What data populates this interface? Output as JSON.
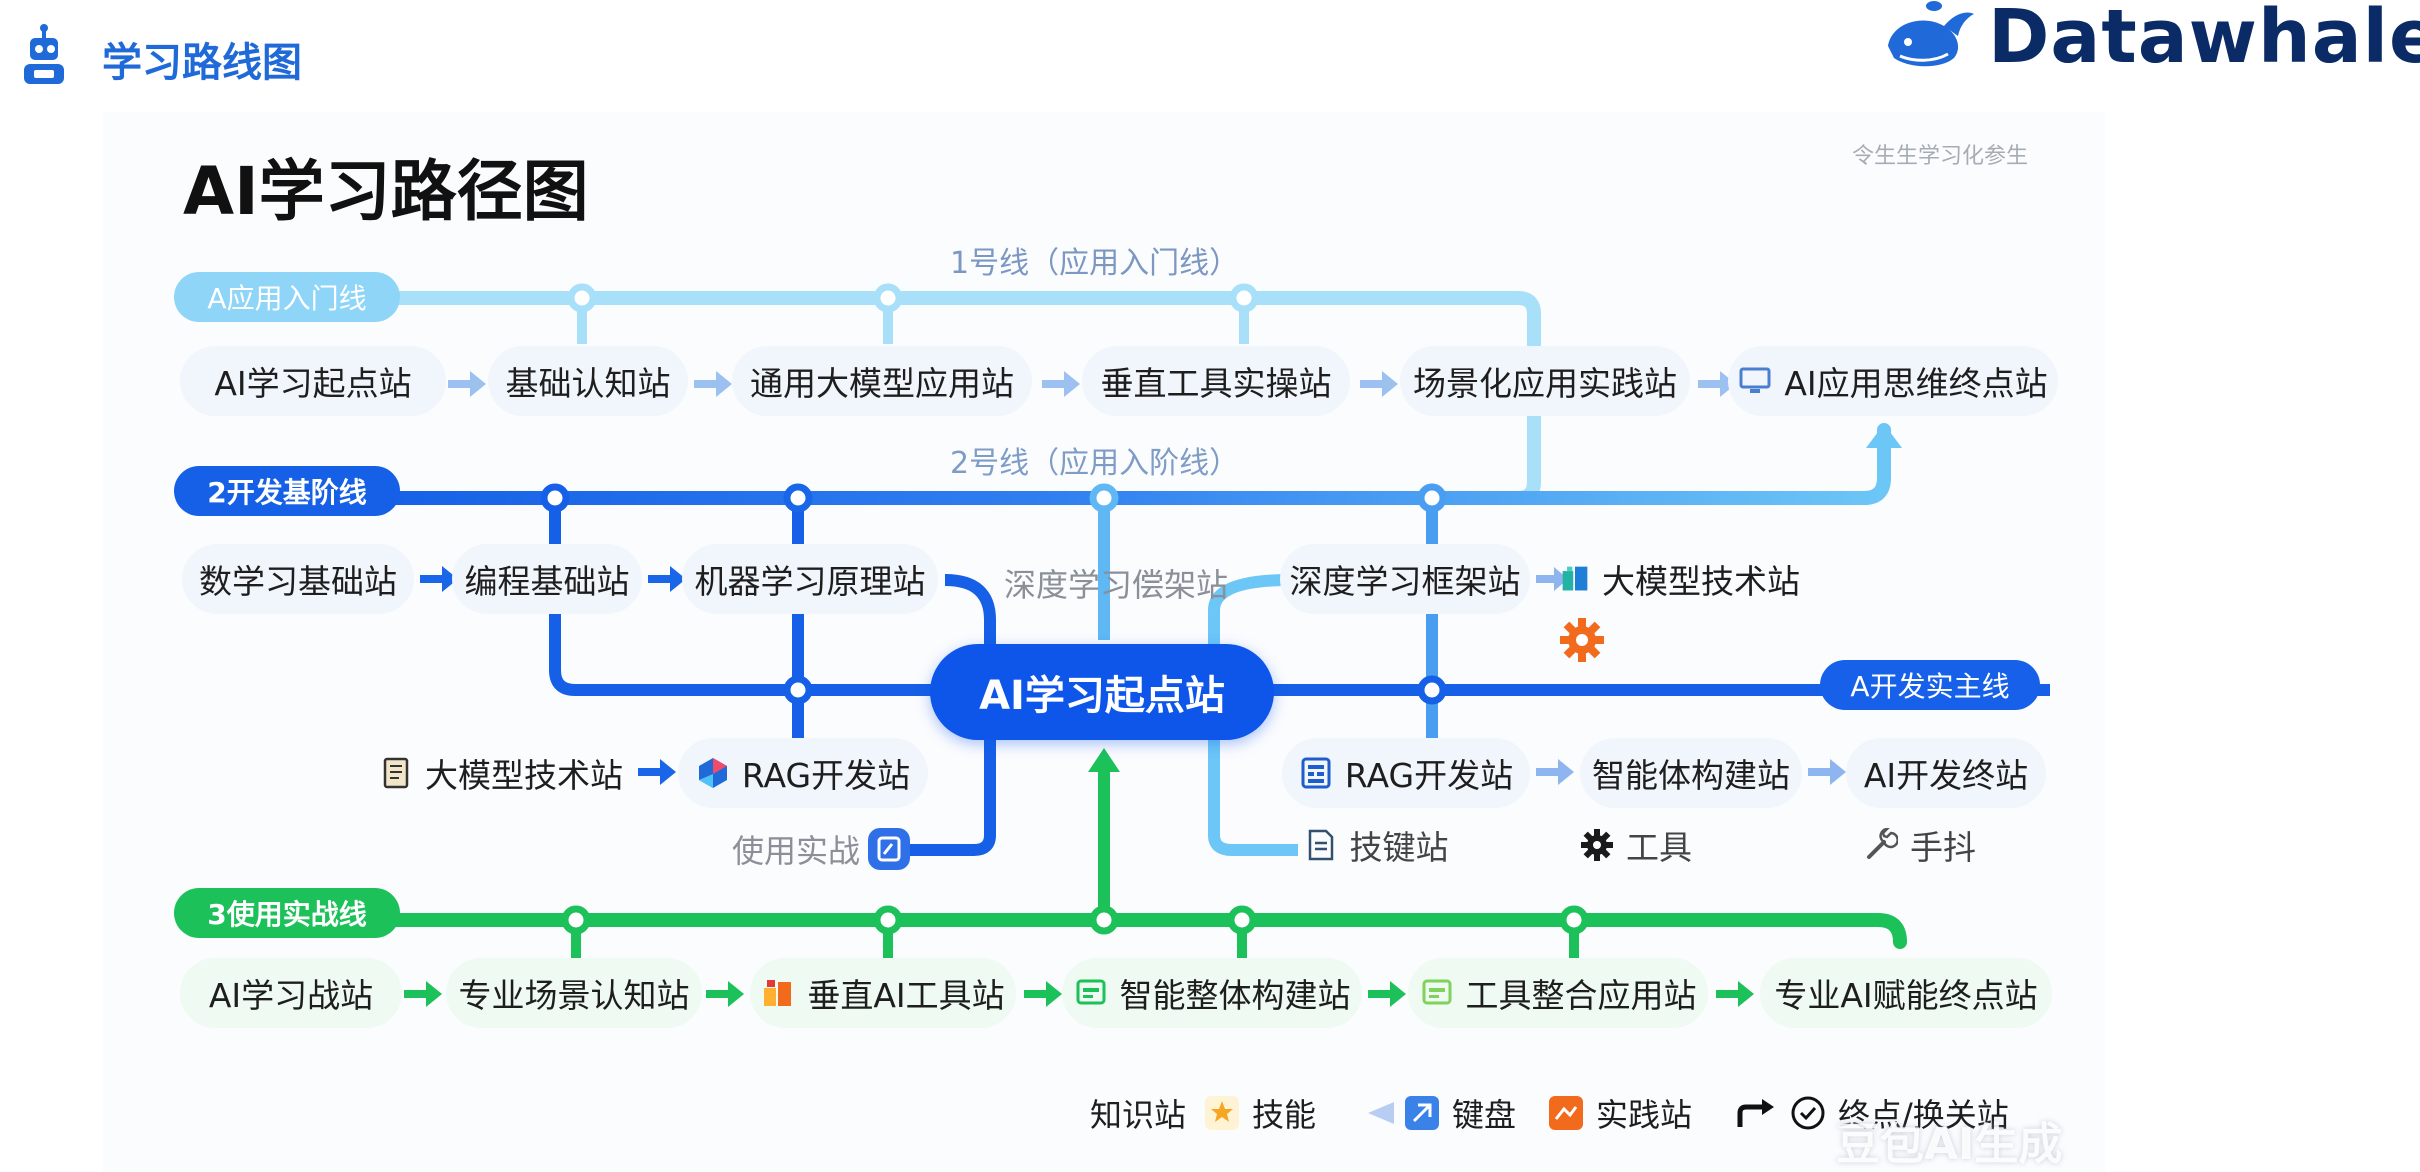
{
  "header": {
    "title": "学习路线图",
    "brand": "Datawhale"
  },
  "diagram": {
    "title": "AI学习路径图",
    "corner_note": "令生生学习化参生",
    "hub": "AI学习起点站",
    "line1": {
      "pill": "A应用入门线",
      "caption": "1号线（应用入门线）",
      "stations": [
        "AI学习起点站",
        "基础认知站",
        "通用大模型应用站",
        "垂直工具实操站",
        "场景化应用实践站",
        "AI应用思维终点站"
      ]
    },
    "line2": {
      "pill": "2开发基阶线",
      "caption": "2号线（应用入阶线）",
      "stations_left": [
        "数学习基础站",
        "编程基础站",
        "机器学习原理站"
      ],
      "faint_station": "深度学习偿架站",
      "stations_right": [
        "深度学习框架站",
        "大模型技术站"
      ],
      "dev_pill": "A开发实主线",
      "lower_left": [
        "大模型技术站",
        "RAG开发站"
      ],
      "practice_label": "使用实战",
      "lower_right": [
        "RAG开发站",
        "智能体构建站",
        "AI开发终站"
      ],
      "tools_row": [
        "技键站",
        "工具",
        "手抖"
      ]
    },
    "line3": {
      "pill": "3使用实战线",
      "stations": [
        "AI学习战站",
        "专业场景认知站",
        "垂直AI工具站",
        "智能整体构建站",
        "工具整合应用站",
        "专业AI赋能终点站"
      ]
    },
    "legend": [
      "知识站",
      "技能",
      "键盘",
      "实践站",
      "终点/换关站"
    ],
    "watermark": "豆包AI生成",
    "colors": {
      "line1": "#8fd5f8",
      "line2": "#1560e6",
      "line2_light": "#6cc2f5",
      "line3": "#1cc15a",
      "hub": "#0e56ea",
      "brand": "#0a2b66",
      "header": "#1f6ad8"
    },
    "icons": [
      "robot-icon",
      "whale-logo-icon",
      "monitor-icon",
      "cube-icon",
      "gear-icon",
      "book-icon",
      "rag-icon",
      "chip-icon",
      "doc-icon",
      "wrench-icon",
      "bars-icon",
      "check-circle-icon"
    ]
  }
}
